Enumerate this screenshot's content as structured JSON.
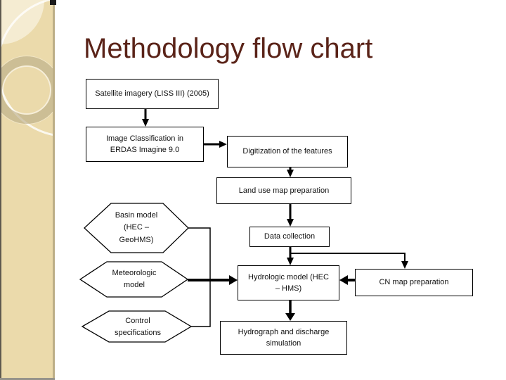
{
  "slide": {
    "title": "Methodology flow chart"
  },
  "colors": {
    "title_text": "#5a2318",
    "sidebar_background": "#ebdaab",
    "diagram_lines": "#000000",
    "box_background": "#ffffff"
  },
  "flowchart": {
    "boxes": {
      "satellite": {
        "label": "Satellite imagery (LISS III) (2005)"
      },
      "classification": {
        "label": "Image Classification in\nERDAS Imagine 9.0"
      },
      "digitization": {
        "label": "Digitization of the features"
      },
      "landuse": {
        "label": "Land use map preparation"
      },
      "datacollection": {
        "label": "Data collection"
      },
      "hydrologic": {
        "label": "Hydrologic model (HEC\n– HMS)"
      },
      "cnmap": {
        "label": "CN map preparation"
      },
      "hydrograph": {
        "label": "Hydrograph and discharge\nsimulation"
      }
    },
    "hexagons": {
      "basin": {
        "label": "Basin model\n(HEC –\nGeoHMS)"
      },
      "meteorologic": {
        "label": "Meteorologic\nmodel"
      },
      "control": {
        "label": "Control\nspecifications"
      }
    }
  }
}
